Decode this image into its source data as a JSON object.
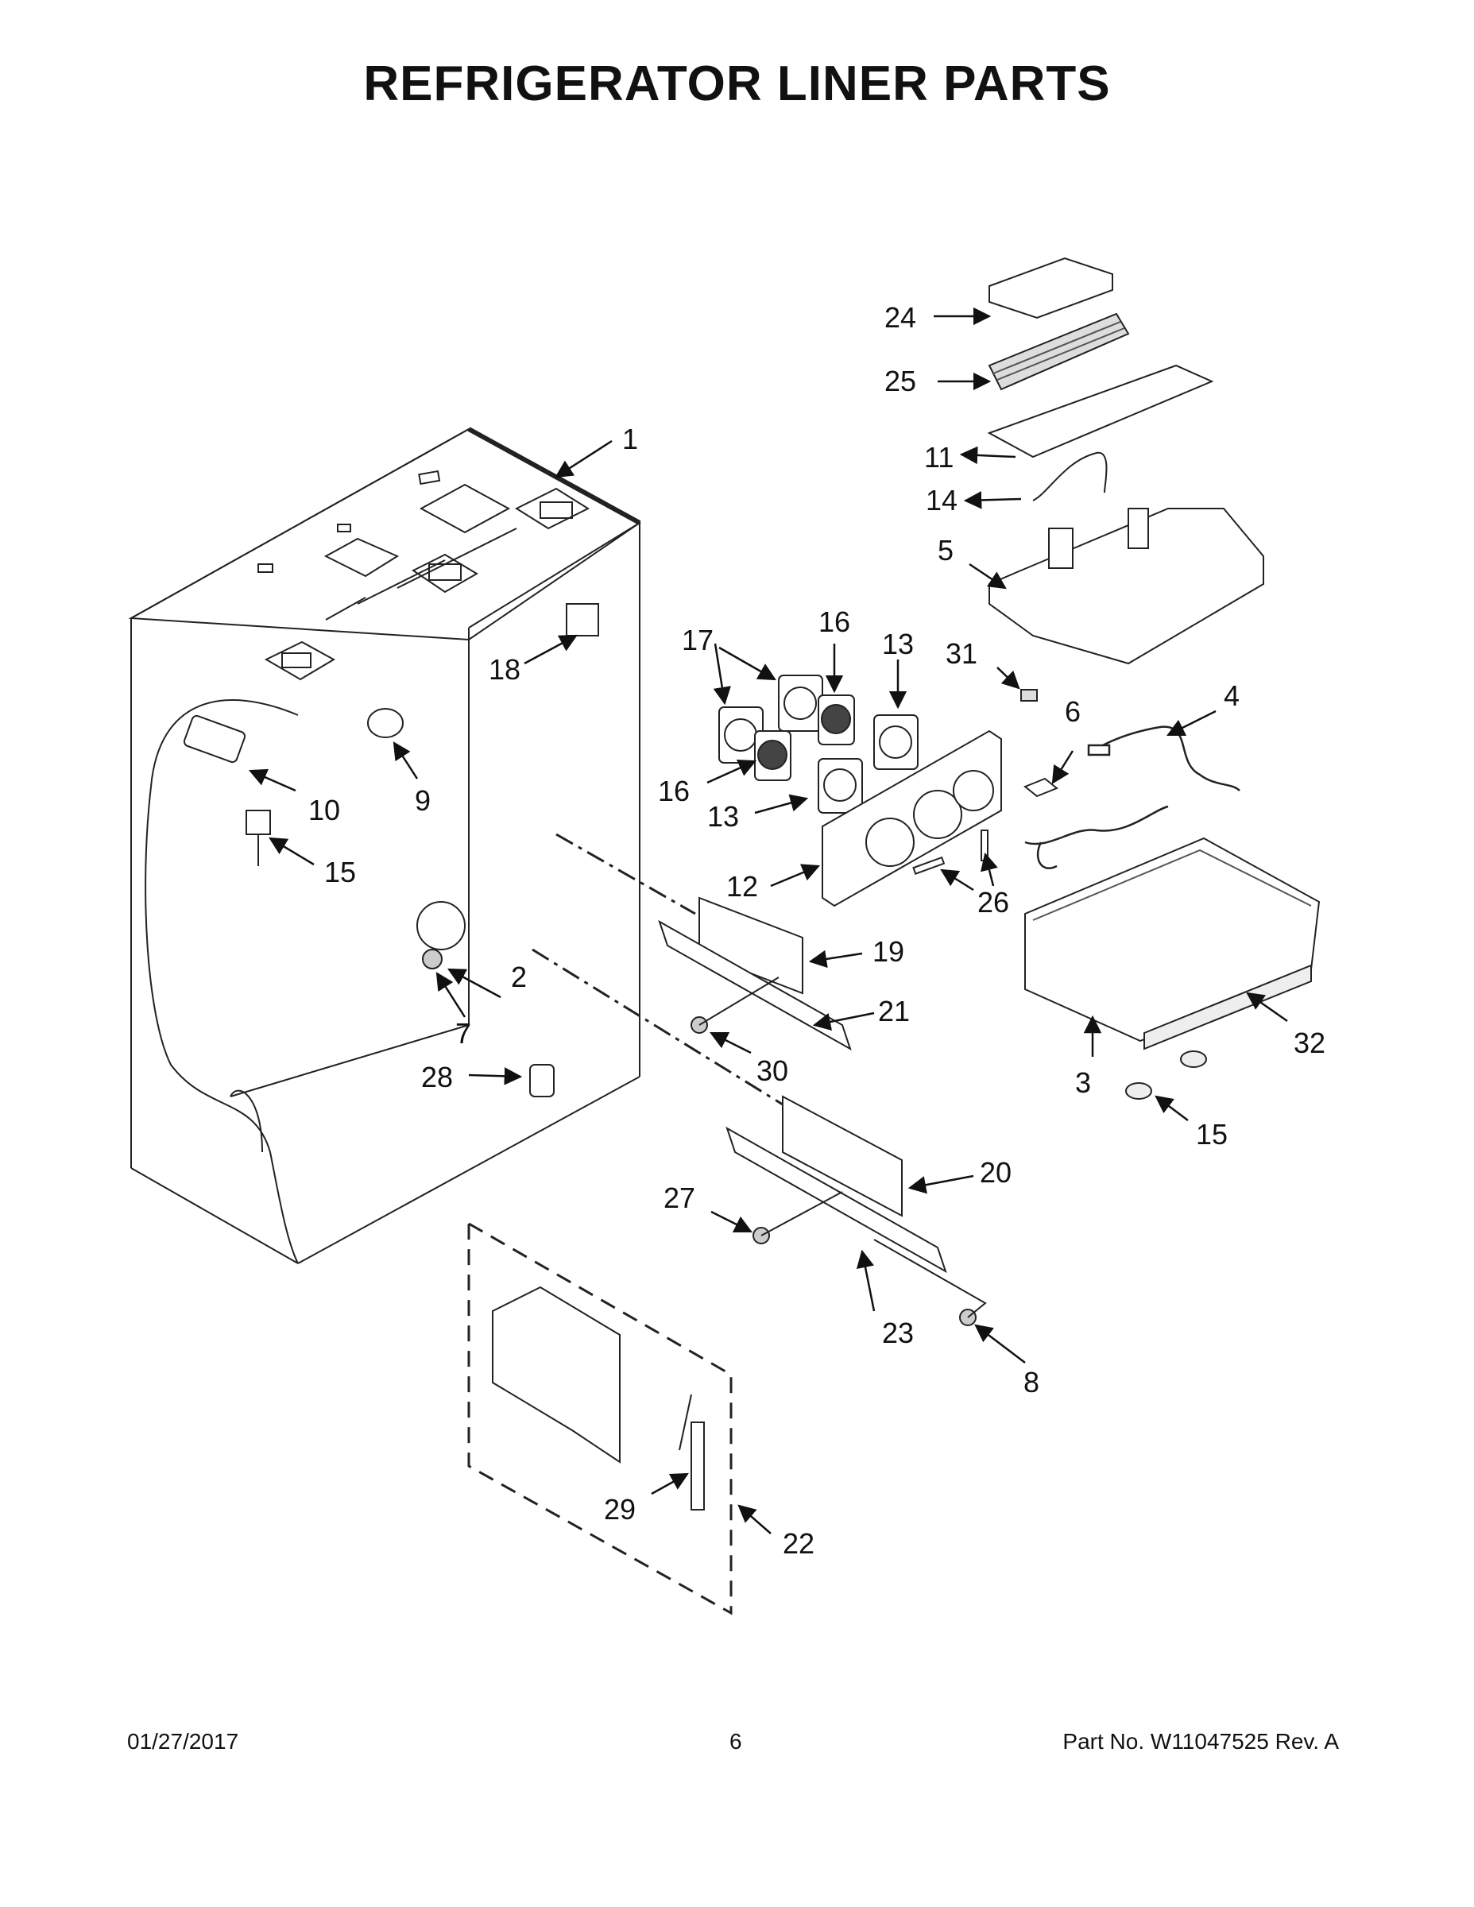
{
  "title": "REFRIGERATOR LINER PARTS",
  "footer": {
    "date": "01/27/2017",
    "page": "6",
    "part_no": "Part No.  W11047525  Rev.  A"
  },
  "callouts": [
    "1",
    "2",
    "3",
    "4",
    "5",
    "6",
    "7",
    "8",
    "9",
    "10",
    "11",
    "12",
    "13",
    "13",
    "14",
    "15",
    "15",
    "16",
    "16",
    "17",
    "18",
    "19",
    "20",
    "21",
    "22",
    "23",
    "24",
    "25",
    "26",
    "27",
    "28",
    "29",
    "30",
    "31",
    "32"
  ]
}
